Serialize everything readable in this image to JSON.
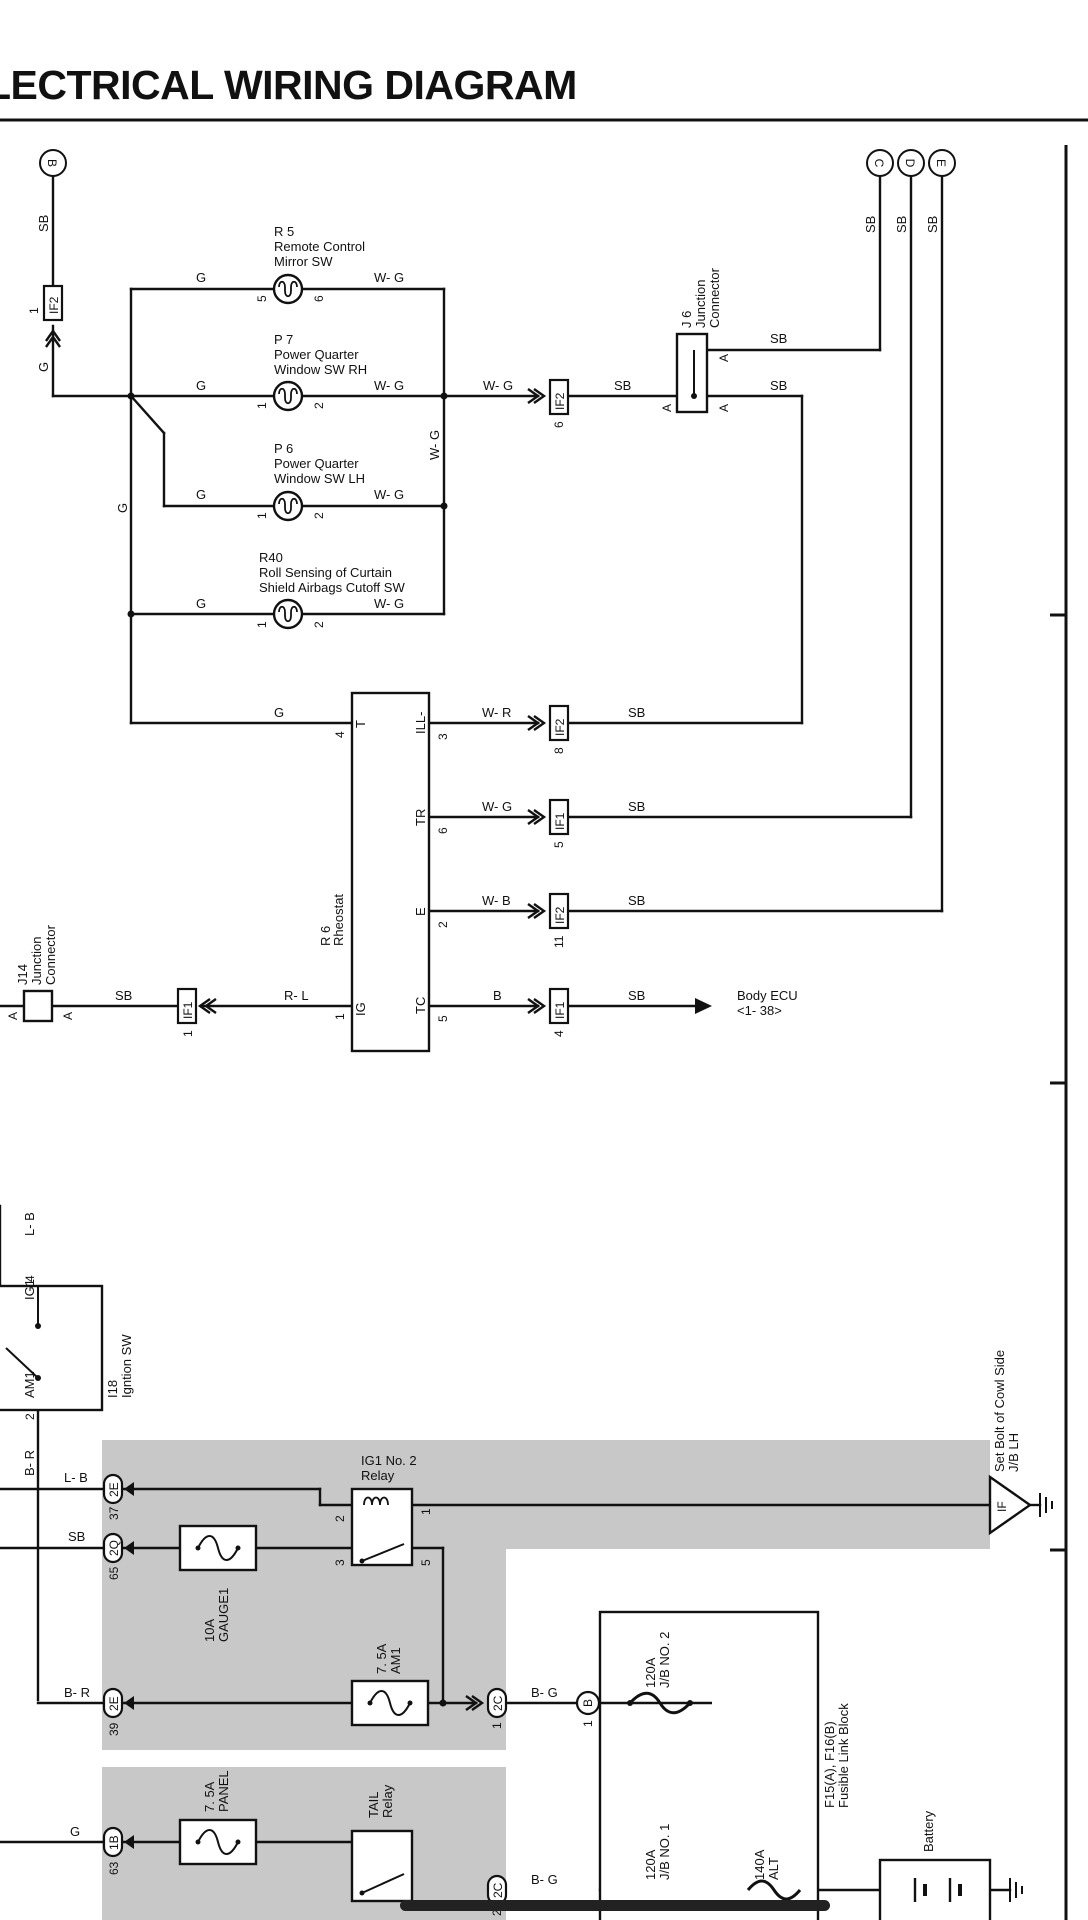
{
  "title": "LECTRICAL WIRING DIAGRAM",
  "components": {
    "R5": {
      "id": "R 5",
      "name": [
        "Remote Control",
        "Mirror SW"
      ],
      "pins": [
        "5",
        "6"
      ]
    },
    "P7": {
      "id": "P 7",
      "name": [
        "Power Quarter",
        "Window SW RH"
      ],
      "pins": [
        "1",
        "2"
      ]
    },
    "P6": {
      "id": "P 6",
      "name": [
        "Power Quarter",
        "Window SW LH"
      ],
      "pins": [
        "1",
        "2"
      ]
    },
    "R40": {
      "id": "R40",
      "name": [
        "Roll Sensing of Curtain",
        "Shield Airbags Cutoff SW"
      ],
      "pins": [
        "1",
        "2"
      ]
    },
    "J6": {
      "id": "J 6",
      "name": [
        "Junction",
        "Connector"
      ],
      "pins": [
        "A",
        "A",
        "A"
      ]
    },
    "R6": {
      "id": "R 6",
      "name": [
        "Rheostat"
      ],
      "pins": [
        {
          "label": "T",
          "num": "4"
        },
        {
          "label": "IG",
          "num": "1"
        },
        {
          "label": "ILL-",
          "num": "3"
        },
        {
          "label": "TR",
          "num": "6"
        },
        {
          "label": "E",
          "num": "2"
        },
        {
          "label": "TC",
          "num": "5"
        }
      ]
    },
    "J14": {
      "id": "J14",
      "name": [
        "Junction",
        "Connector"
      ],
      "pins": [
        "A",
        "A"
      ]
    },
    "I18": {
      "id": "I18",
      "name": [
        "Igntion SW"
      ],
      "pins": [
        {
          "label": "IG1",
          "num": "4"
        },
        {
          "label": "AM1",
          "num": "2"
        }
      ]
    },
    "IG1_relay": {
      "name": [
        "IG1 No. 2",
        "Relay"
      ],
      "pins": [
        "2",
        "1",
        "3",
        "5"
      ]
    },
    "TAIL_relay": {
      "name": [
        "TAIL",
        "Relay"
      ]
    },
    "fusible_link": {
      "name": [
        "F15(A), F16(B)",
        "Fusible Link Block"
      ]
    },
    "battery": {
      "name": "Battery"
    },
    "ground": {
      "code": "IF",
      "name": [
        "Set Bolt of Cowl Side",
        "J/B LH"
      ]
    }
  },
  "fuses": {
    "gauge1": [
      "10A",
      "GAUGE1"
    ],
    "am1": [
      "7. 5A",
      "AM1"
    ],
    "panel": [
      "7. 5A",
      "PANEL"
    ],
    "jb2": [
      "120A",
      "J/B NO. 2"
    ],
    "jb1": [
      "120A",
      "J/B NO. 1"
    ],
    "alt": [
      "140A",
      "ALT"
    ]
  },
  "connectors": {
    "IF2_top": {
      "code": "IF2",
      "pin": "1"
    },
    "IF2_6": {
      "code": "IF2",
      "pin": "6"
    },
    "IF2_8": {
      "code": "IF2",
      "pin": "8"
    },
    "IF1_5": {
      "code": "IF1",
      "pin": "5"
    },
    "IF2_11": {
      "code": "IF2",
      "pin": "11"
    },
    "IF1_4": {
      "code": "IF1",
      "pin": "4"
    },
    "IF1_1": {
      "code": "IF1",
      "pin": "1"
    },
    "2E_37": {
      "code": "2E",
      "pin": "37"
    },
    "2Q_65": {
      "code": "2Q",
      "pin": "65"
    },
    "2E_39": {
      "code": "2E",
      "pin": "39"
    },
    "2C_1": {
      "code": "2C",
      "pin": "1"
    },
    "B_1": {
      "code": "B",
      "pin": "1"
    },
    "1B_63": {
      "code": "1B",
      "pin": "63"
    },
    "2C_2": {
      "code": "2C",
      "pin": "2"
    }
  },
  "wires": {
    "sb": "SB",
    "g": "G",
    "wg": "W- G",
    "wr": "W- R",
    "wb": "W- B",
    "b": "B",
    "rl": "R- L",
    "lb": "L- B",
    "br": "B- R",
    "bg": "B- G"
  },
  "page_refs": {
    "b": "B",
    "c": "C",
    "d": "D",
    "e": "E"
  },
  "destinations": {
    "body_ecu": [
      "Body ECU",
      "<1- 38>"
    ]
  }
}
